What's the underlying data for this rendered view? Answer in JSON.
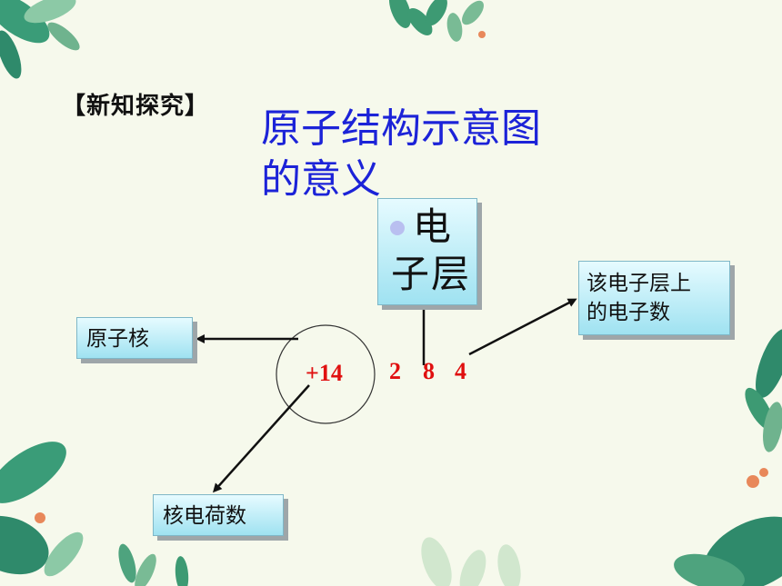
{
  "section_tag": "【新知探究】",
  "title_line1": "原子结构示意图",
  "title_line2": "的意义",
  "labels": {
    "nucleus": "原子核",
    "nuclear_charge": "核电荷数",
    "shell_line1": "电",
    "shell_line2": "子层",
    "electron_count_line1": "该电子层上",
    "electron_count_line2": "的电子数"
  },
  "atom": {
    "nucleus_charge": "+14",
    "shell_electrons": [
      "2",
      "8",
      "4"
    ]
  },
  "colors": {
    "title": "#1c23d8",
    "numbers": "#e01010",
    "box_top": "#e6fbff",
    "box_bottom": "#9fe2f1"
  }
}
